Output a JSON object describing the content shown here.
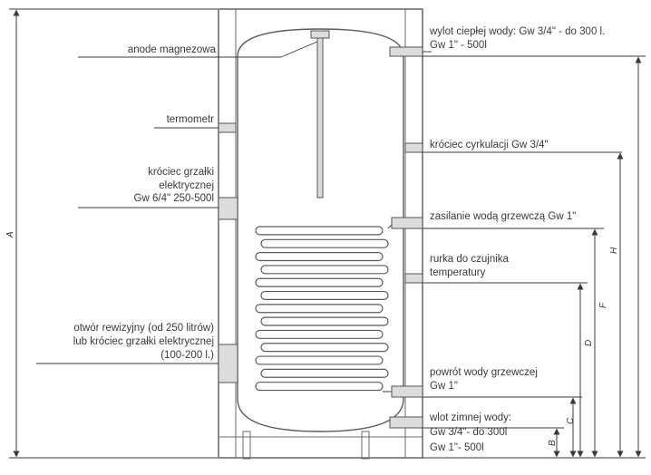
{
  "labels": {
    "anode": "anode magnezowa",
    "thermometer": "termometr",
    "heater_line1": "króciec grzałki",
    "heater_line2": "elektrycznej",
    "heater_line3": "Gw 6/4\" 250-500l",
    "inspection_line1": "otwór rewizyjny (od 250 litrów)",
    "inspection_line2": "lub króciec grzałki elektrycznej",
    "inspection_line3": "(100-200 l.)",
    "hot_water_line1": "wylot ciepłej wody: Gw 3/4\" - do 300 l.",
    "hot_water_line2": "Gw 1\" - 500l",
    "circulation": "króciec cyrkulacji Gw 3/4\"",
    "heating_supply": "zasilanie wodą grzewczą Gw 1\"",
    "sensor_line1": "rurka do czujnika",
    "sensor_line2": "temperatury",
    "heating_return_line1": "powrót wody grzewczej",
    "heating_return_line2": "Gw 1\"",
    "cold_water_line1": "wlot zimnej wody:",
    "cold_water_line2": "Gw 3/4\"- do 300l",
    "cold_water_line3": "Gw 1\"- 500l"
  },
  "dimensions": {
    "A": "A",
    "B": "B",
    "C": "C",
    "D": "D",
    "F": "F",
    "H": "H"
  },
  "colors": {
    "line": "#5a5a5a",
    "text": "#3a3a3a",
    "fitting": "#dcdcdc"
  },
  "coil_turns": 13
}
